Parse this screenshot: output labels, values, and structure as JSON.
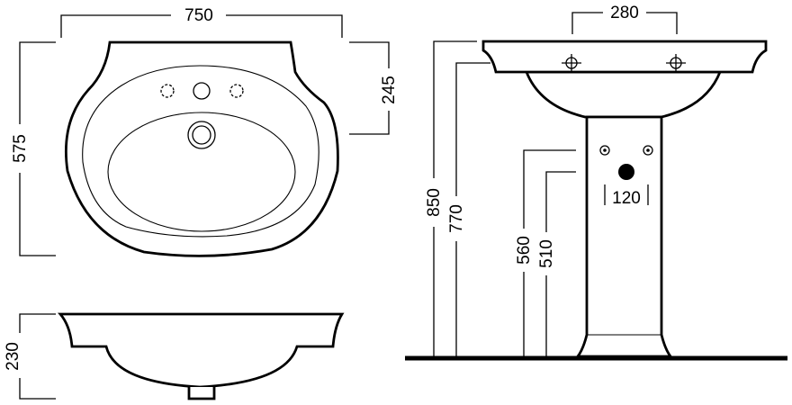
{
  "diagram": {
    "labels": {
      "top_width": "750",
      "top_depth": "575",
      "top_rear_depth": "245",
      "side_height": "230",
      "tap_spacing": "280",
      "total_height": "850",
      "rim_height": "770",
      "outlet_height_upper": "560",
      "outlet_height_lower": "510",
      "outlet_spacing": "120"
    }
  }
}
